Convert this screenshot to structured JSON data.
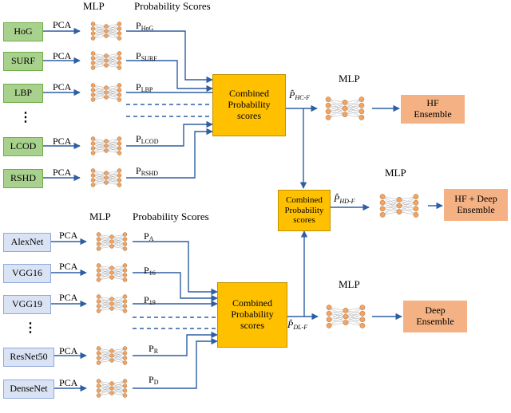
{
  "top": {
    "mlp_header": "MLP",
    "prob_header": "Probability Scores",
    "features": [
      {
        "name": "HoG",
        "pca": "PCA",
        "p": "P",
        "sub": "HoG"
      },
      {
        "name": "SURF",
        "pca": "PCA",
        "p": "P",
        "sub": "SURF"
      },
      {
        "name": "LBP",
        "pca": "PCA",
        "p": "P",
        "sub": "LBP"
      },
      {
        "name": "LCOD",
        "pca": "PCA",
        "p": "P",
        "sub": "LCOD"
      },
      {
        "name": "RSHD",
        "pca": "PCA",
        "p": "P",
        "sub": "RSHD"
      }
    ],
    "ellipsis": "⋮",
    "combined": "Combined\nProbability\nscores",
    "out_p": "P̂",
    "out_sub": "HC-F",
    "mlp_label": "MLP",
    "ensemble": "HF\nEnsemble"
  },
  "middle": {
    "combined": "Combined\nProbability\nscores",
    "out_p": "P̂",
    "out_sub": "HD-F",
    "mlp_label": "MLP",
    "ensemble": "HF + Deep\nEnsemble"
  },
  "bottom": {
    "mlp_header": "MLP",
    "prob_header": "Probability Scores",
    "features": [
      {
        "name": "AlexNet",
        "pca": "PCA",
        "p": "P",
        "sub": "A"
      },
      {
        "name": "VGG16",
        "pca": "PCA",
        "p": "P",
        "sub": "16"
      },
      {
        "name": "VGG19",
        "pca": "PCA",
        "p": "P",
        "sub": "19"
      },
      {
        "name": "ResNet50",
        "pca": "PCA",
        "p": "P",
        "sub": "R"
      },
      {
        "name": "DenseNet",
        "pca": "PCA",
        "p": "P",
        "sub": "D"
      }
    ],
    "ellipsis": "⋮",
    "combined": "Combined\nProbability\nscores",
    "out_p": "P̂",
    "out_sub": "DL-F",
    "mlp_label": "MLP",
    "ensemble": "Deep\nEnsemble"
  },
  "colors": {
    "arrow": "#2e5fa3",
    "handcrafted_box": "#a9d18e",
    "deep_box": "#dae3f3",
    "combined_box": "#ffc000",
    "ensemble_box": "#f4b183",
    "neuron": "#f4a460"
  }
}
